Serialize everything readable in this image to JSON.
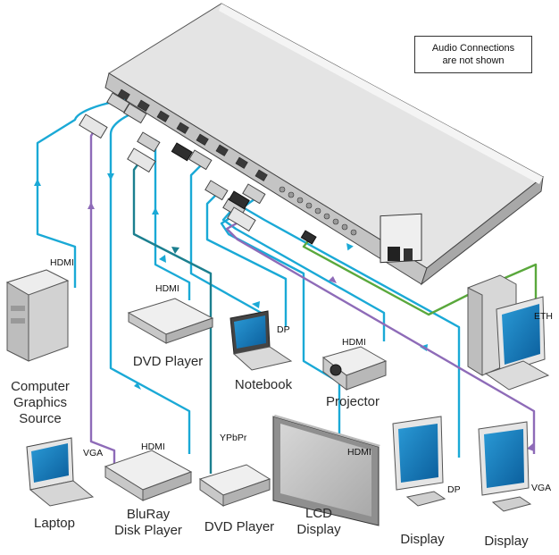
{
  "note": {
    "line1": "Audio Connections",
    "line2": "are not shown"
  },
  "cable_tags": {
    "hdmi_pc": "HDMI",
    "hdmi_dvd_top": "HDMI",
    "dp_notebook": "DP",
    "hdmi_projector": "HDMI",
    "eth": "ETH",
    "vga_laptop": "VGA",
    "hdmi_bluray": "HDMI",
    "ypbpr": "YPbPr",
    "hdmi_lcd": "HDMI",
    "dp_display": "DP",
    "vga_display": "VGA"
  },
  "devices": {
    "computer": [
      "Computer",
      "Graphics",
      "Source"
    ],
    "dvd_top": "DVD Player",
    "notebook": "Notebook",
    "projector": "Projector",
    "laptop": "Laptop",
    "bluray": [
      "BluRay",
      "Disk Player"
    ],
    "dvd_bottom": "DVD Player",
    "lcd": [
      "LCD",
      "Display"
    ],
    "display_dp": "Display",
    "display_vga": "Display"
  },
  "colors": {
    "hdmi_cable": "#1aa9d6",
    "vga_cable": "#8e6bb8",
    "ypbpr_cable": "#1b7f8f",
    "eth_cable": "#5aa83c"
  }
}
